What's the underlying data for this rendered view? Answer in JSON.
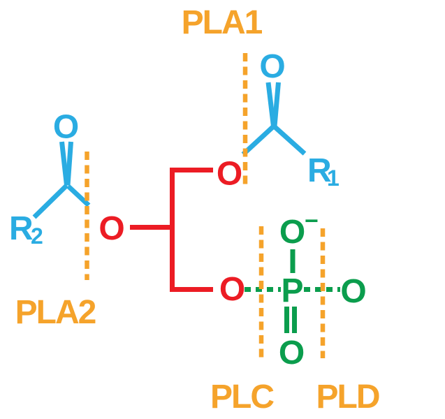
{
  "colors": {
    "background": "#ffffff",
    "orange": "#F5A32B",
    "blue": "#2AACE2",
    "red": "#EC1C24",
    "green": "#0B9D4D"
  },
  "enzymes": {
    "pla1": "PLA1",
    "pla2": "PLA2",
    "plc": "PLC",
    "pld": "PLD"
  },
  "molecule": {
    "sn1_carbonyl_oxygen": "O",
    "sn1_ester_oxygen": "O",
    "sn1_acyl_chain": {
      "base": "R",
      "subscript": "1"
    },
    "sn2_carbonyl_oxygen": "O",
    "sn2_ester_oxygen": "O",
    "sn2_acyl_chain": {
      "base": "R",
      "subscript": "2"
    },
    "sn3_ester_oxygen": "O",
    "phosphorus": "P",
    "phosphate_oxygen_top": "O",
    "phosphate_charge": "−",
    "phosphate_oxygen_bottom": "O",
    "headgroup_oxygen": "O"
  }
}
